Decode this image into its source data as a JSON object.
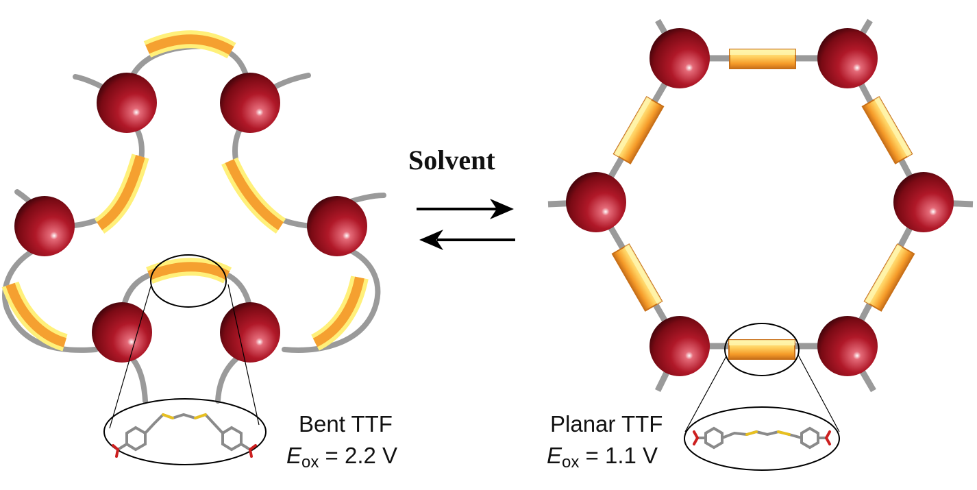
{
  "diagram": {
    "arrow_label": "Solvent",
    "left_structure": {
      "caption": "Bent TTF",
      "potential": {
        "symbol": "E",
        "subscript": "ox",
        "value_text": "= 2.2 V"
      }
    },
    "right_structure": {
      "caption": "Planar TTF",
      "potential": {
        "symbol": "E",
        "subscript": "ox",
        "value_text": "= 1.1 V"
      }
    },
    "colors": {
      "node": "#8b0d18",
      "node_highlight": "#e06070",
      "linker": "#f5a030",
      "linker_glow": "#fff07a",
      "bond": "#9a9a9a",
      "sulfur": "#e8c020",
      "oxygen": "#cc2020",
      "arrow": "#000000"
    }
  }
}
